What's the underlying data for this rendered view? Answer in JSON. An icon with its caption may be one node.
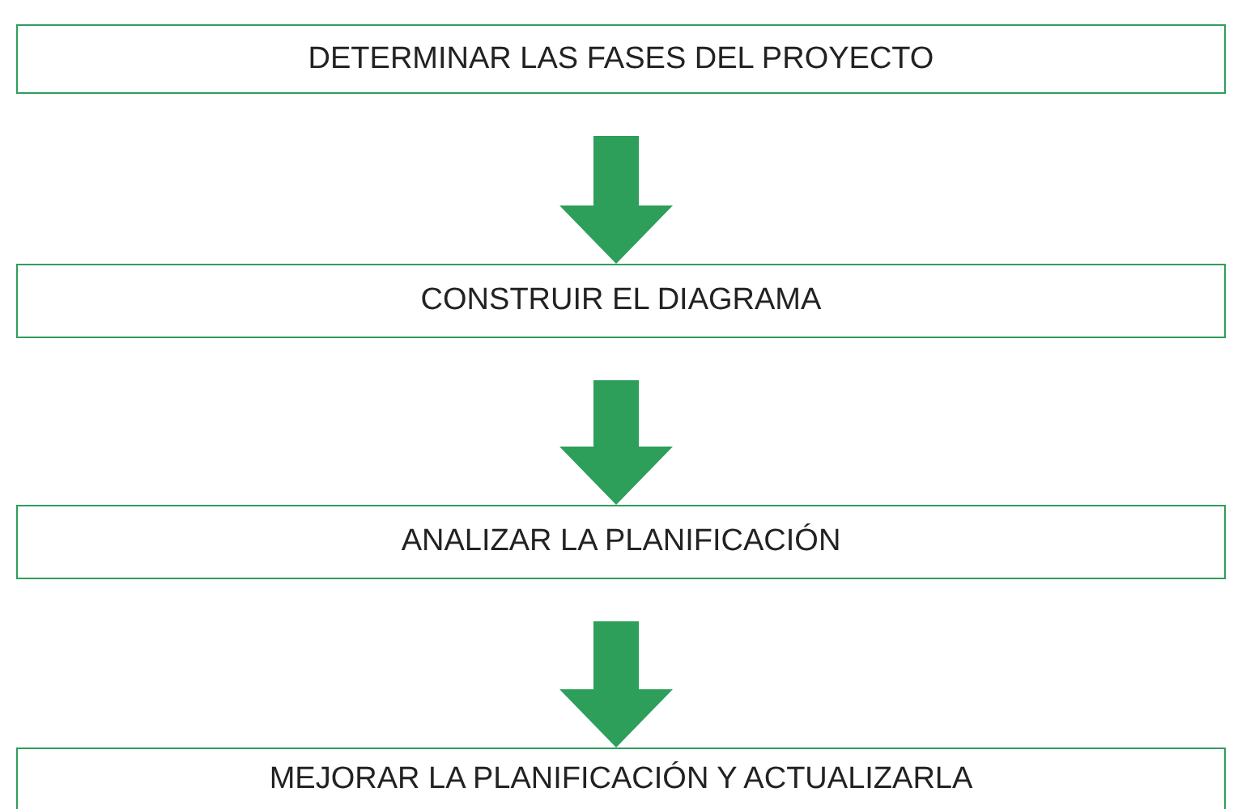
{
  "diagram": {
    "nodes": [
      {
        "text": [
          "DETERMINAR LAS FASES DEL PROYECTO"
        ]
      },
      {
        "text": [
          "CONSTRUIR EL DIAGRAMA"
        ]
      },
      {
        "text": [
          "ANALIZAR LA PLANIFICACIÓN"
        ]
      },
      {
        "text": [
          "MEJORAR LA PLANIFICACIÓN Y ACTUALIZARLA"
        ]
      }
    ],
    "edges": [
      {
        "from": 0,
        "to": 1,
        "arrow": "to"
      },
      {
        "from": 1,
        "to": 2,
        "arrow": "to"
      },
      {
        "from": 2,
        "to": 3,
        "arrow": "to"
      }
    ]
  }
}
